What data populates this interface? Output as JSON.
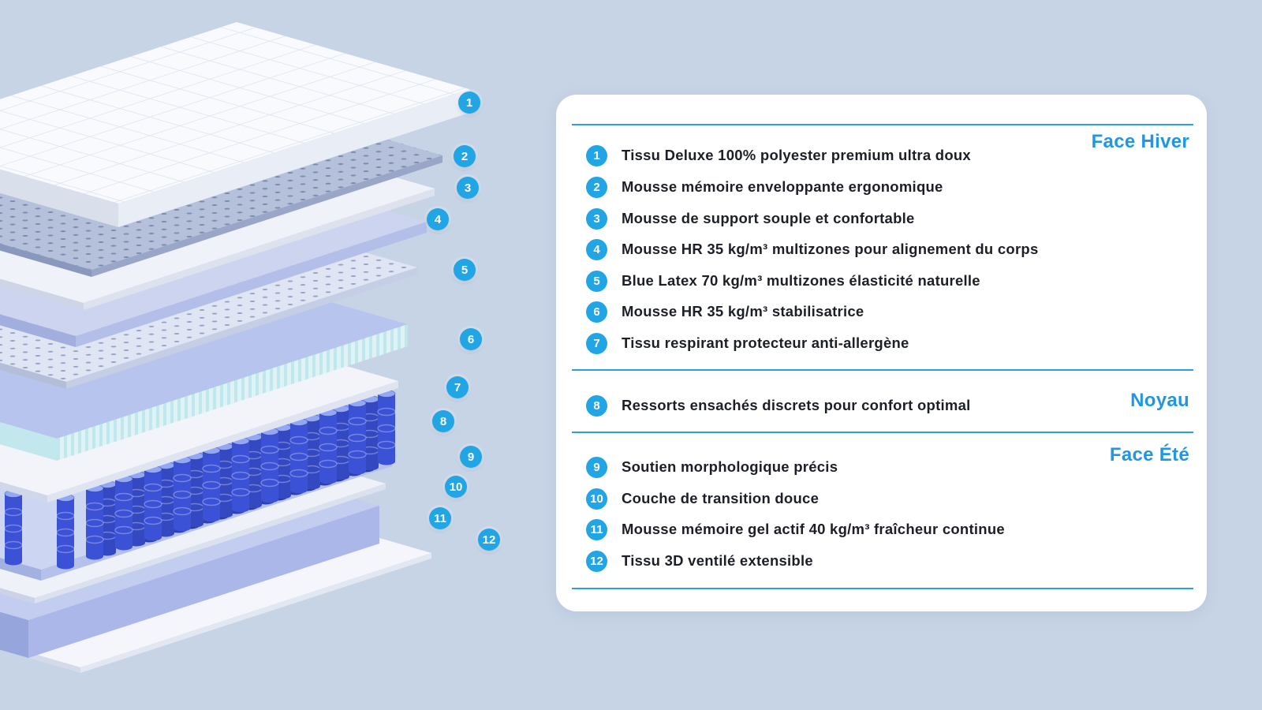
{
  "colors": {
    "background": "#c7d4e6",
    "panel": "#ffffff",
    "accent": "#2097e4",
    "badge": "#22a5e5",
    "spring_blue": "#3b51d6",
    "text": "#1c1f26"
  },
  "legend": {
    "sections": [
      {
        "title": "Face Hiver"
      },
      {
        "title": "Noyau"
      },
      {
        "title": "Face Été"
      }
    ],
    "items": [
      {
        "num": "1",
        "text": "Tissu Deluxe 100% polyester premium ultra doux"
      },
      {
        "num": "2",
        "text": "Mousse mémoire enveloppante ergonomique"
      },
      {
        "num": "3",
        "text": "Mousse de support souple et confortable"
      },
      {
        "num": "4",
        "text": "Mousse HR 35 kg/m³ multizones pour alignement du corps"
      },
      {
        "num": "5",
        "text": "Blue Latex 70 kg/m³ multizones élasticité naturelle"
      },
      {
        "num": "6",
        "text": "Mousse HR 35 kg/m³ stabilisatrice"
      },
      {
        "num": "7",
        "text": "Tissu respirant protecteur anti-allergène"
      },
      {
        "num": "8",
        "text": "Ressorts ensachés discrets pour confort optimal"
      },
      {
        "num": "9",
        "text": "Soutien morphologique précis"
      },
      {
        "num": "10",
        "text": "Couche de transition douce"
      },
      {
        "num": "11",
        "text": "Mousse mémoire gel actif 40 kg/m³ fraîcheur continue"
      },
      {
        "num": "12",
        "text": "Tissu 3D ventilé extensible"
      }
    ]
  },
  "diagram": {
    "layers": [
      {
        "num": "1",
        "name": "quilted-top-cover"
      },
      {
        "num": "2",
        "name": "perforated-memory-foam"
      },
      {
        "num": "3",
        "name": "soft-support-foam"
      },
      {
        "num": "4",
        "name": "hr-foam-multizone"
      },
      {
        "num": "5",
        "name": "blue-latex-multizone"
      },
      {
        "num": "6",
        "name": "hr-foam-stabilizer"
      },
      {
        "num": "7",
        "name": "breathable-protective-fabric"
      },
      {
        "num": "8",
        "name": "pocket-springs"
      },
      {
        "num": "9",
        "name": "morphological-support-layer"
      },
      {
        "num": "10",
        "name": "transition-layer"
      },
      {
        "num": "11",
        "name": "gel-memory-foam"
      },
      {
        "num": "12",
        "name": "3d-ventilated-fabric"
      }
    ]
  }
}
